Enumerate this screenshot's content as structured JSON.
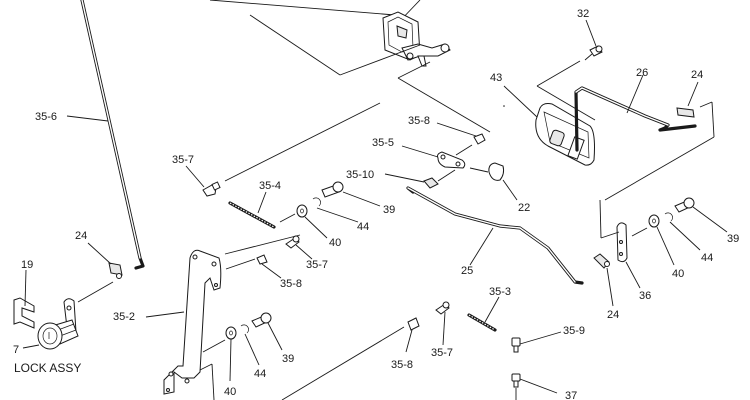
{
  "diagram": {
    "type": "exploded-parts-view",
    "title_label": "LOCK ASSY",
    "callouts": [
      {
        "id": "c-35-6",
        "text": "35-6"
      },
      {
        "id": "c-35-7-a",
        "text": "35-7"
      },
      {
        "id": "c-35-4",
        "text": "35-4"
      },
      {
        "id": "c-35-8-a",
        "text": "35-8"
      },
      {
        "id": "c-35-5",
        "text": "35-5"
      },
      {
        "id": "c-35-10",
        "text": "35-10"
      },
      {
        "id": "c-39-a",
        "text": "39"
      },
      {
        "id": "c-44-a",
        "text": "44"
      },
      {
        "id": "c-40-a",
        "text": "40"
      },
      {
        "id": "c-35-7-b",
        "text": "35-7"
      },
      {
        "id": "c-35-8-b",
        "text": "35-8"
      },
      {
        "id": "c-22",
        "text": "22"
      },
      {
        "id": "c-25",
        "text": "25"
      },
      {
        "id": "c-32",
        "text": "32"
      },
      {
        "id": "c-43",
        "text": "43"
      },
      {
        "id": "c-26",
        "text": "26"
      },
      {
        "id": "c-24-a",
        "text": "24"
      },
      {
        "id": "c-39-b",
        "text": "39"
      },
      {
        "id": "c-44-b",
        "text": "44"
      },
      {
        "id": "c-40-b",
        "text": "40"
      },
      {
        "id": "c-36",
        "text": "36"
      },
      {
        "id": "c-24-b",
        "text": "24"
      },
      {
        "id": "c-24-c",
        "text": "24"
      },
      {
        "id": "c-19",
        "text": "19"
      },
      {
        "id": "c-7",
        "text": "7"
      },
      {
        "id": "c-35-2",
        "text": "35-2"
      },
      {
        "id": "c-39-c",
        "text": "39"
      },
      {
        "id": "c-44-c",
        "text": "44"
      },
      {
        "id": "c-40-c",
        "text": "40"
      },
      {
        "id": "c-35-8-c",
        "text": "35-8"
      },
      {
        "id": "c-35-7-c",
        "text": "35-7"
      },
      {
        "id": "c-35-3",
        "text": "35-3"
      },
      {
        "id": "c-35-9",
        "text": "35-9"
      },
      {
        "id": "c-37",
        "text": "37"
      }
    ],
    "parts": [
      "door-latch-assembly",
      "control-rod-35-6",
      "bellcrank-35-2",
      "stud-35-4",
      "stud-35-3",
      "link-35-5",
      "clip-35-10",
      "clip-22",
      "rod-25",
      "rod-26",
      "inside-handle-43",
      "screw-32",
      "lever-36",
      "lock-cylinder-7",
      "retainer-19",
      "clip-24",
      "bolt-39",
      "washer-40",
      "e-ring-44",
      "bushing-35-7",
      "bushing-35-8",
      "bushing-35-9",
      "bolt-37"
    ]
  }
}
